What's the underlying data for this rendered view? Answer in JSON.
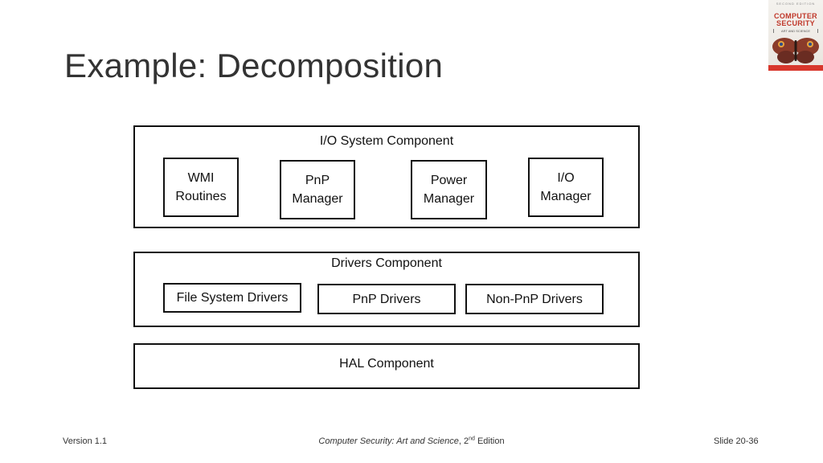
{
  "slide": {
    "title": "Example: Decomposition"
  },
  "diagram": {
    "io_system": {
      "label": "I/O System Component",
      "items": [
        "WMI\nRoutines",
        "PnP\nManager",
        "Power\nManager",
        "I/O\nManager"
      ]
    },
    "drivers": {
      "label": "Drivers Component",
      "items": [
        "File System Drivers",
        "PnP Drivers",
        "Non-PnP Drivers"
      ]
    },
    "hal": {
      "label": "HAL Component"
    }
  },
  "cover": {
    "edition": "SECOND EDITION",
    "title_line1": "COMPUTER",
    "title_line2": "SECURITY",
    "subtitle": "ART AND SCIENCE",
    "colors": {
      "title": "#c0392b",
      "bar": "#d8372c"
    }
  },
  "footer": {
    "version": "Version 1.1",
    "book_title": "Computer Security: Art and Science",
    "edition_prefix": ", 2",
    "edition_sup": "nd",
    "edition_suffix": " Edition",
    "slide_number": "Slide 20-36"
  }
}
